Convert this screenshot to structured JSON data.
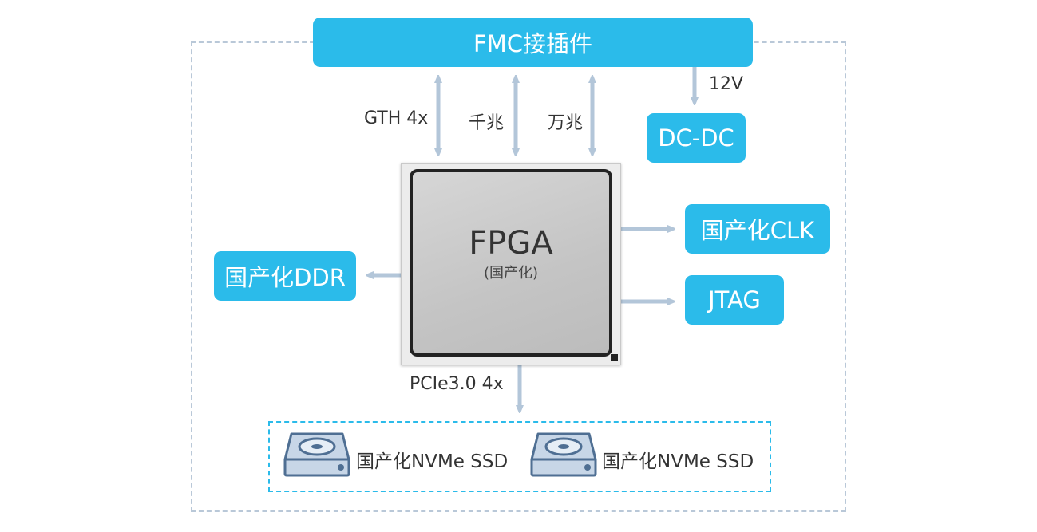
{
  "diagram": {
    "fmc_label": "FMC接插件",
    "dcdc_label": "DC-DC",
    "clk_label": "国产化CLK",
    "jtag_label": "JTAG",
    "ddr_label": "国产化DDR",
    "fpga_title": "FPGA",
    "fpga_subtitle": "(国产化)",
    "link_gth": "GTH 4x",
    "link_gigabit": "千兆",
    "link_10g": "万兆",
    "link_12v": "12V",
    "link_pcie": "PCIe3.0 4x",
    "ssd_items": [
      {
        "label": "国产化NVMe  SSD"
      },
      {
        "label": "国产化NVMe  SSD"
      }
    ]
  },
  "colors": {
    "box_fill": "#2bbbea",
    "box_text": "#ffffff",
    "arrow": "#b3c6d9",
    "outer_dashed": "#b9c8d8",
    "ssd_dashed": "#2bbbea",
    "disk_fill": "#c7d6e7",
    "disk_stroke": "#4f6f93"
  },
  "icons": [
    "disk-drive-icon",
    "disk-drive-icon"
  ]
}
